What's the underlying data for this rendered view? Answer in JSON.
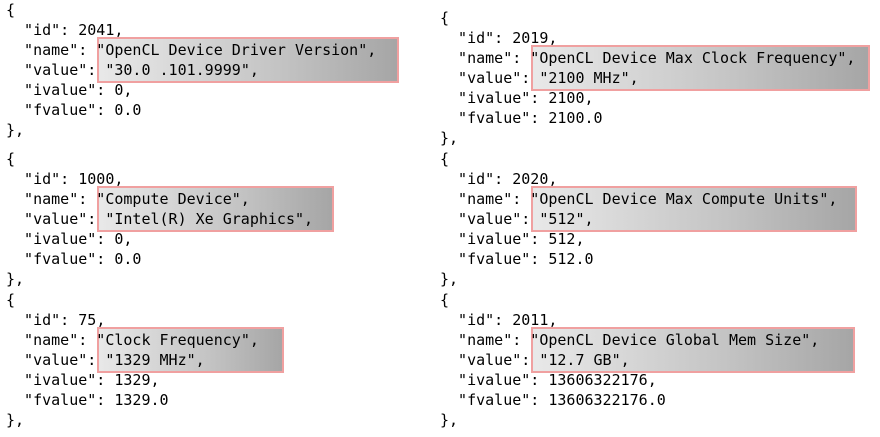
{
  "left": [
    {
      "id": "2041",
      "name": "OpenCL Device Driver Version",
      "value": "30.0 .101.9999",
      "ivalue": "0",
      "fvalue": "0.0"
    },
    {
      "id": "1000",
      "name": "Compute Device",
      "value": "Intel(R) Xe Graphics",
      "ivalue": "0",
      "fvalue": "0.0"
    },
    {
      "id": "75",
      "name": "Clock Frequency",
      "value": "1329 MHz",
      "ivalue": "1329",
      "fvalue": "1329.0"
    }
  ],
  "right": [
    {
      "id": "2019",
      "name": "OpenCL Device Max Clock Frequency",
      "value": "2100 MHz",
      "ivalue": "2100",
      "fvalue": "2100.0"
    },
    {
      "id": "2020",
      "name": "OpenCL Device Max Compute Units",
      "value": "512",
      "ivalue": "512",
      "fvalue": "512.0"
    },
    {
      "id": "2011",
      "name": "OpenCL Device Global Mem Size",
      "value": "12.7 GB",
      "ivalue": "13606322176",
      "fvalue": "13606322176.0"
    }
  ],
  "colors": {
    "highlight_border": "#f0a0a0",
    "highlight_fill": "#b0b0b0"
  }
}
